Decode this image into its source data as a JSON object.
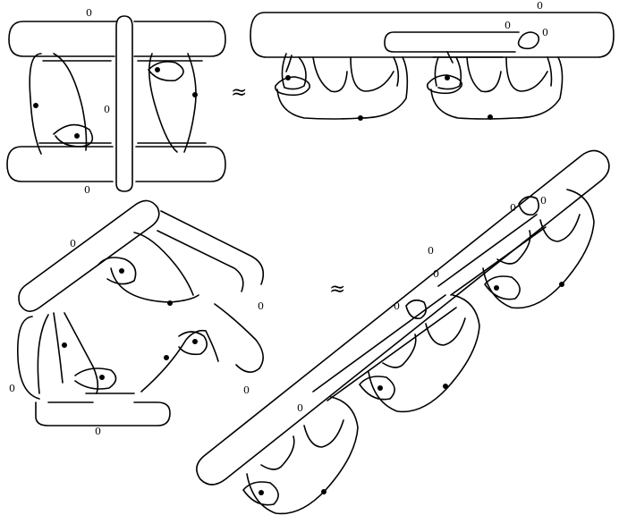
{
  "labels": {
    "d1_top": "0",
    "d1_mid": "0",
    "d1_bot": "0",
    "d2_top": "0",
    "d2_mid": "0",
    "d2_small": "0",
    "d3_left": "0",
    "d3_bot": "0",
    "d3_right": "0",
    "d3_top": "0",
    "d4_top": "0",
    "d4_a": "0",
    "d4_b": "0",
    "d4_c": "0",
    "d4_d": "0",
    "d4_e": "0"
  },
  "relations": {
    "equiv_top": "≈",
    "equiv_bottom": "≈"
  }
}
